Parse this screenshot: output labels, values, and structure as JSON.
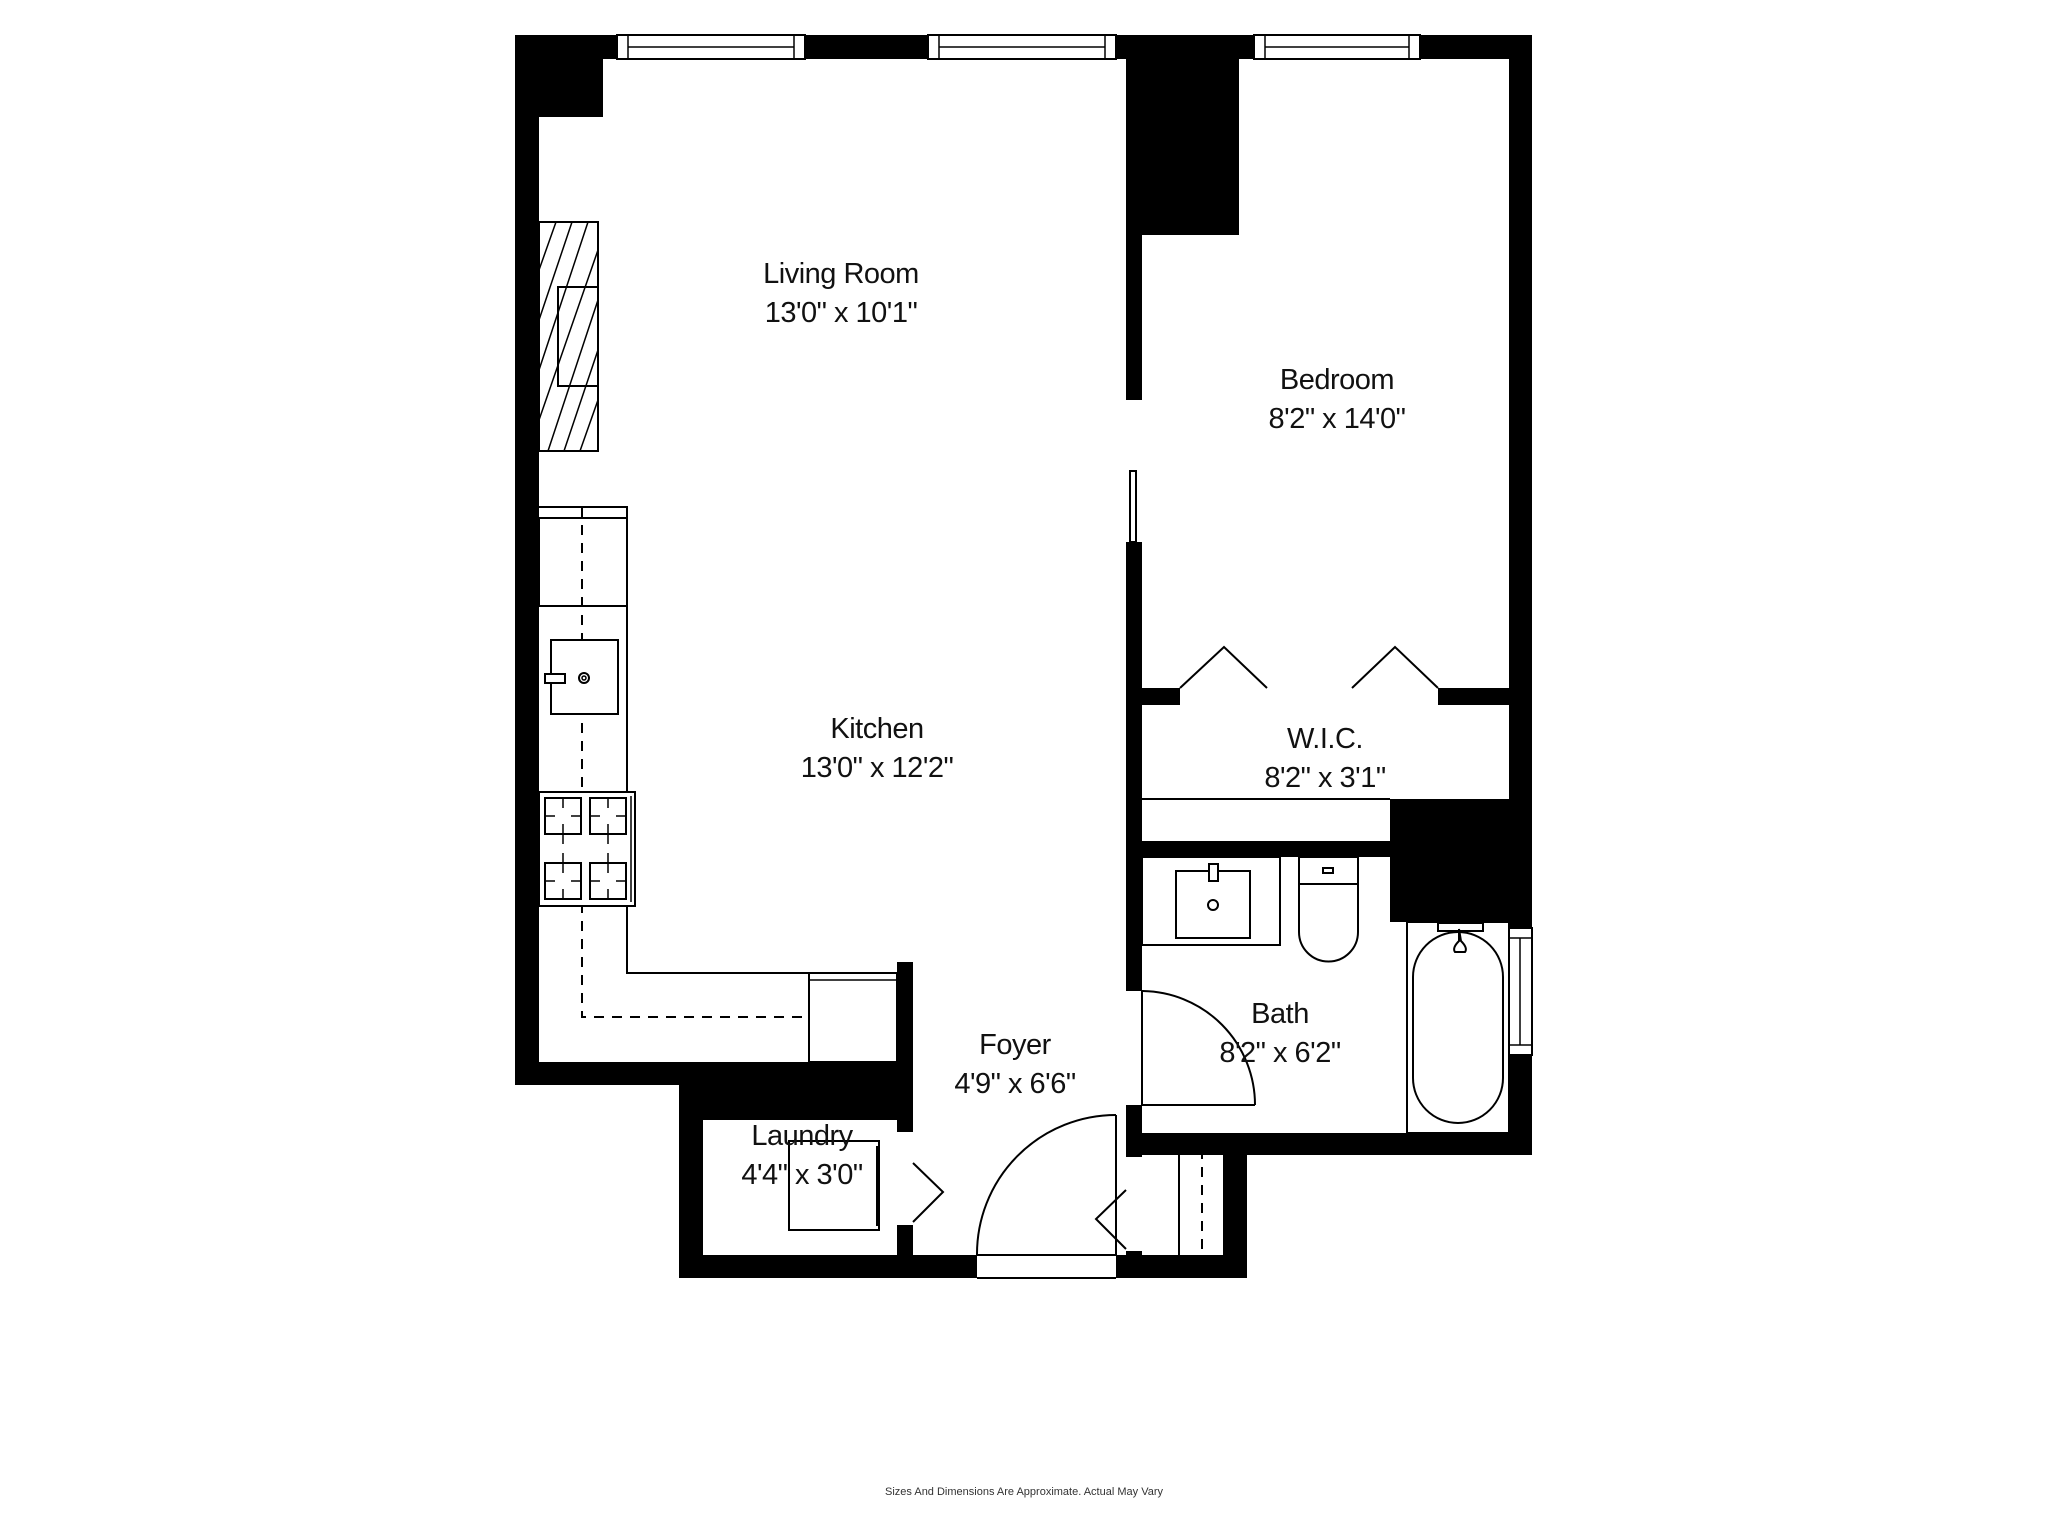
{
  "floorplan": {
    "rooms": [
      {
        "id": "living-room",
        "name": "Living Room",
        "dims": "13'0\" x 10'1\""
      },
      {
        "id": "bedroom",
        "name": "Bedroom",
        "dims": "8'2\" x 14'0\""
      },
      {
        "id": "kitchen",
        "name": "Kitchen",
        "dims": "13'0\" x 12'2\""
      },
      {
        "id": "wic",
        "name": "W.I.C.",
        "dims": "8'2\" x 3'1\""
      },
      {
        "id": "bath",
        "name": "Bath",
        "dims": "8'2\" x 6'2\""
      },
      {
        "id": "foyer",
        "name": "Foyer",
        "dims": "4'9\" x 6'6\""
      },
      {
        "id": "laundry",
        "name": "Laundry",
        "dims": "4'4\" x 3'0\""
      }
    ],
    "fixtures": [
      "window",
      "built-in-shelving",
      "refrigerator",
      "kitchen-sink",
      "stove-4-burner",
      "dishwasher",
      "sliding-door",
      "bifold-door",
      "swing-door",
      "bathroom-sink",
      "toilet",
      "bathtub",
      "washer-dryer",
      "closet"
    ],
    "colors": {
      "wall": "#000000",
      "background": "#ffffff",
      "line": "#000000"
    }
  },
  "footer": {
    "disclaimer": "Sizes And Dimensions Are Approximate. Actual May Vary"
  }
}
